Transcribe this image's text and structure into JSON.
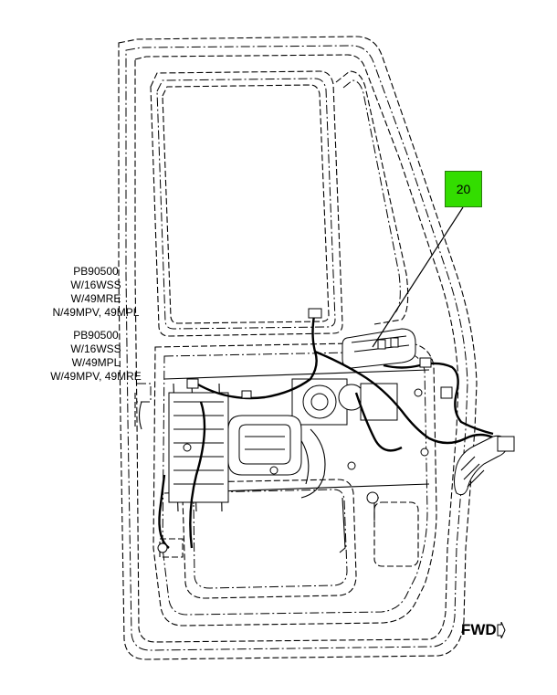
{
  "labels": {
    "group1": [
      "PB90500",
      "W/16WSS",
      "W/49MRE",
      "N/49MPV, 49MPL"
    ],
    "group2": [
      "PB90500",
      "W/16WSS",
      "W/49MPL",
      "W/49MPV, 49MRE"
    ]
  },
  "callout": {
    "number": "20",
    "color": "#33dd00"
  },
  "orientation": {
    "text": "FWD",
    "icon": "forward-arrow-icon"
  }
}
